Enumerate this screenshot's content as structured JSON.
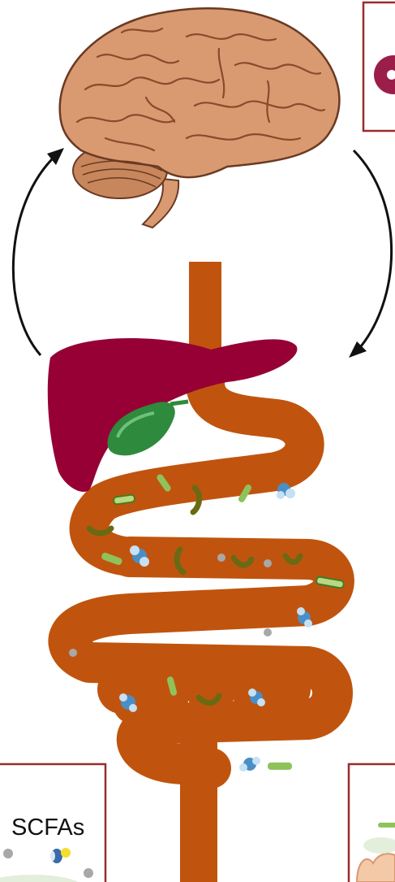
{
  "panels": {
    "scfa": {
      "label": "SCFAs"
    }
  },
  "colors": {
    "intestine": "#c0540e",
    "liver": "#960035",
    "gallbladder": "#2e8a3c",
    "brain": "#d99a72",
    "brain_outline": "#6b3a22",
    "panel_border": "#9b2b2b",
    "arrow": "#111111",
    "bacteria_rod": "#8fc35a",
    "bacteria_dark": "#6a6a14",
    "bacteria_cluster": "#4a8ec6",
    "particle": "#a8a8a8"
  },
  "icons": [
    "brain-illustration",
    "liver-illustration",
    "gallbladder-illustration",
    "intestine-illustration",
    "bacteria-icon",
    "circular-arrow-icon"
  ]
}
